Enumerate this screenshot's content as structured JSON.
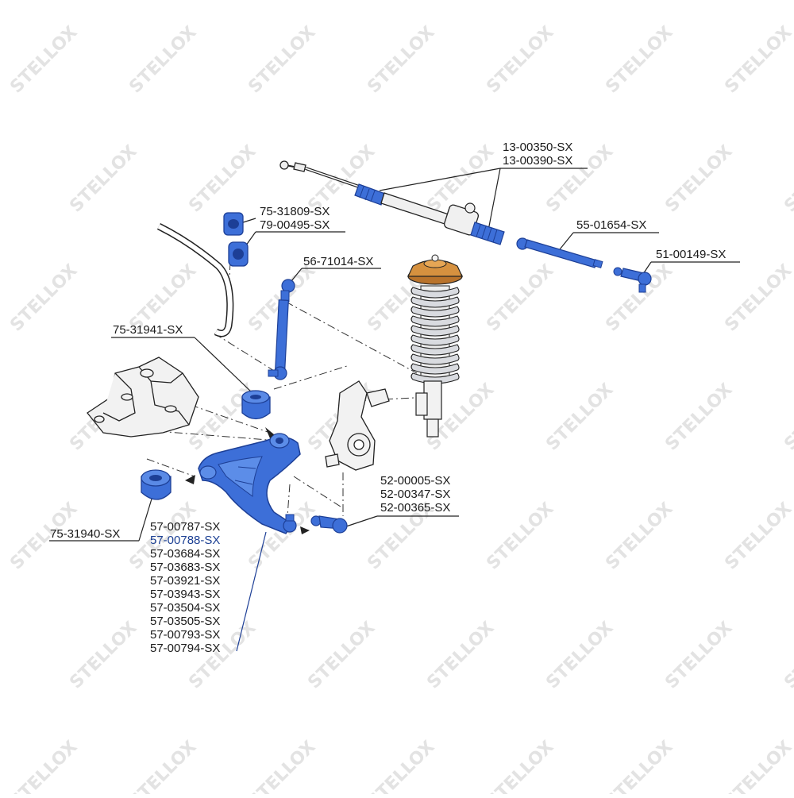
{
  "watermark": {
    "text": "STELLOX"
  },
  "colors": {
    "line": "#222222",
    "arm_fill": "#3d6fd8",
    "arm_dark": "#1d3f96",
    "spring_fill": "#d9dbe0",
    "mount_fill": "#d6913f",
    "highlight_text": "#1b3f93",
    "watermark": "#e3e3e3",
    "part_fill": "#f2f2f2"
  },
  "labels": {
    "rack_a": "13-00350-SX",
    "rack_b": "13-00390-SX",
    "stab_bush_a": "75-31809-SX",
    "stab_bush_b": "79-00495-SX",
    "tie_rod": "55-01654-SX",
    "tie_rod_end": "51-00149-SX",
    "stab_link": "56-71014-SX",
    "bush_rear": "75-31941-SX",
    "bush_front": "75-31940-SX",
    "ball_joint": [
      "52-00005-SX",
      "52-00347-SX",
      "52-00365-SX"
    ],
    "control_arm": [
      "57-00787-SX",
      "57-00788-SX",
      "57-03684-SX",
      "57-03683-SX",
      "57-03921-SX",
      "57-03943-SX",
      "57-03504-SX",
      "57-03505-SX",
      "57-00793-SX",
      "57-00794-SX"
    ],
    "control_arm_highlight_index": 1
  }
}
